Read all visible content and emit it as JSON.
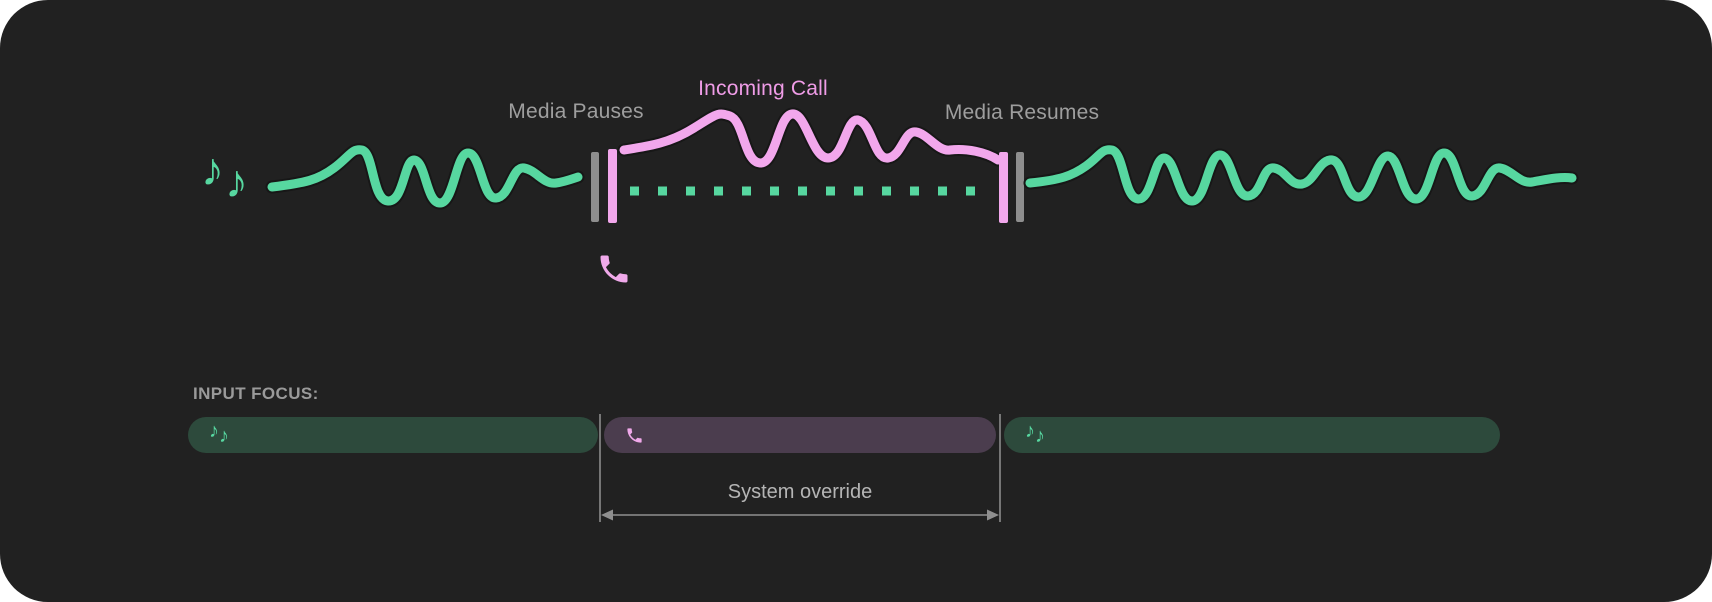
{
  "colors": {
    "background": "#212121",
    "page_behind": "#ffffff",
    "media_green": "#57d7a0",
    "call_pink": "#f2a7ec",
    "incoming_call_text": "#ef9ce7",
    "label_gray": "#9e9e9e",
    "pause_bar_gray": "#8e8e8e",
    "focus_media_bg": "#2d4a3c",
    "focus_call_bg": "#4b3d4e",
    "guide_gray": "#8a8a8a"
  },
  "timeline": {
    "labels": {
      "media_pauses": "Media Pauses",
      "incoming_call": "Incoming Call",
      "media_resumes": "Media Resumes"
    },
    "note_glyph": "♪",
    "icons": {
      "media_source": "music-notes-icon",
      "call_source": "phone-icon"
    }
  },
  "input_focus": {
    "heading": "INPUT FOCUS:",
    "segments": [
      {
        "type": "media",
        "icon": "music-notes-icon"
      },
      {
        "type": "call",
        "icon": "phone-icon"
      },
      {
        "type": "media",
        "icon": "music-notes-icon"
      }
    ],
    "system_override": "System override"
  }
}
